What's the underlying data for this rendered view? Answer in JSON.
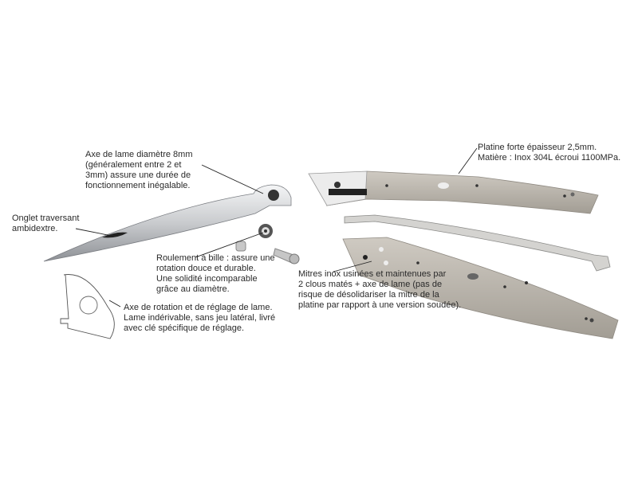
{
  "annotations": {
    "blade_axis": [
      "Axe de lame diamètre 8mm",
      "(généralement entre 2 et",
      "3mm) assure une durée de",
      "fonctionnement inégalable."
    ],
    "thumb_hole": [
      "Onglet traversant",
      "ambidextre."
    ],
    "ball_bearing": [
      "Roulement à bille : assure une",
      "rotation douce et durable.",
      "Une solidité incomparable",
      "grâce au diamètre."
    ],
    "rotation_axis": [
      "Axe de rotation et de réglage de lame.",
      "Lame indérivable, sans jeu latéral, livré",
      "avec clé spécifique de réglage."
    ],
    "liner": [
      "Platine forte épaisseur 2,5mm.",
      "Matière : Inox 304L écroui 1100MPa."
    ],
    "bolsters": [
      "Mitres inox usinées et maintenues par",
      "2 clous matés + axe de lame (pas de",
      "risque de désolidariser la mitre de la",
      "platine par rapport à une version soudée)."
    ]
  },
  "colors": {
    "text": "#2a2a2a",
    "steel": "#b9b4ab",
    "blade": "#d9dadc",
    "line": "#222222"
  }
}
